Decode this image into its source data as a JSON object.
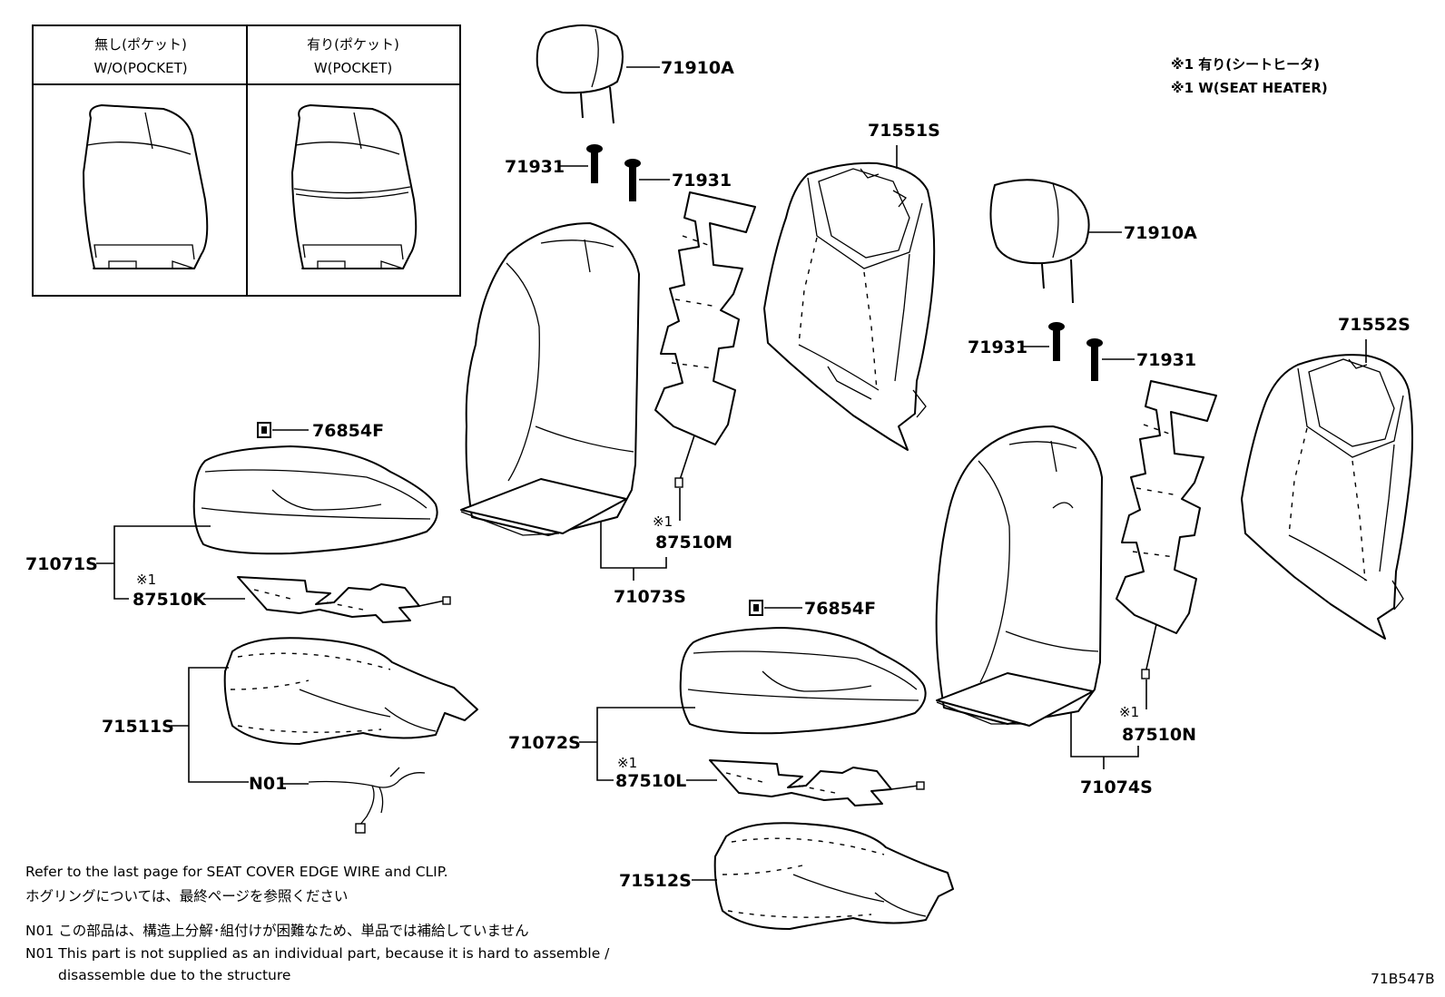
{
  "inset": {
    "without": {
      "jp": "無し(ポケット)",
      "en": "W/O(POCKET)"
    },
    "with": {
      "jp": "有り(ポケット)",
      "en": "W(POCKET)"
    }
  },
  "legend": {
    "line1": "※1  有り(シートヒータ)",
    "line2": "※1  W(SEAT HEATER)"
  },
  "marks": {
    "ref": "※1"
  },
  "labels": {
    "p71910A_1": "71910A",
    "p71910A_2": "71910A",
    "p71931_1": "71931",
    "p71931_2": "71931",
    "p71931_3": "71931",
    "p71931_4": "71931",
    "p71551S": "71551S",
    "p71552S": "71552S",
    "p76854F_1": "76854F",
    "p76854F_2": "76854F",
    "p71071S": "71071S",
    "p87510K": "87510K",
    "p71073S": "71073S",
    "p87510M": "87510M",
    "p71511S": "71511S",
    "pN01": "N01",
    "p71072S": "71072S",
    "p87510L": "87510L",
    "p71512S": "71512S",
    "p71074S": "71074S",
    "p87510N": "87510N"
  },
  "notes": {
    "refer_en": "Refer to the last page for SEAT COVER EDGE WIRE and CLIP.",
    "refer_jp": "ホグリングについては、最終ページを参照ください",
    "n01_jp": "N01 この部品は、構造上分解･組付けが困難なため、単品では補給していません",
    "n01_en_1": "N01  This part is not supplied as an individual part, because it is hard to assemble /",
    "n01_en_2": "disassemble due to the structure"
  },
  "diagram_id": "71B547B"
}
